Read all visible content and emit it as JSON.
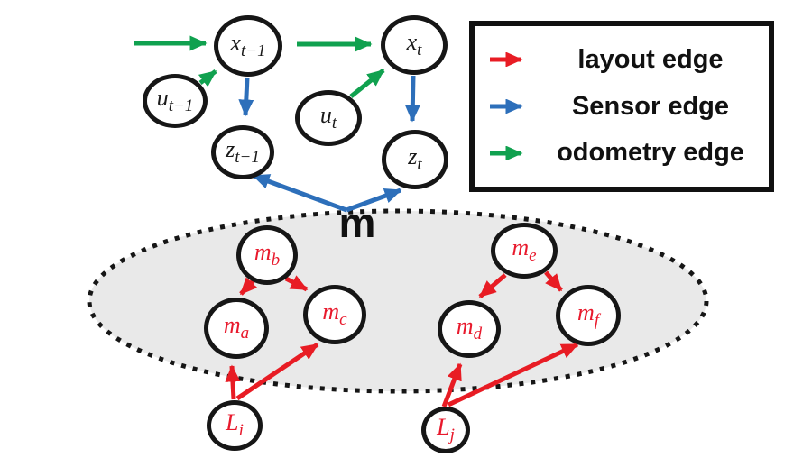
{
  "colors": {
    "layout_edge": "#e81c24",
    "sensor_edge": "#2d6fba",
    "odometry_edge": "#10a14f",
    "map_fill": "#e9e9e9",
    "node_border": "#161616",
    "red_label": "#e8192c"
  },
  "legend": {
    "items": [
      {
        "id": "layout",
        "label": "layout edge",
        "color": "#e81c24"
      },
      {
        "id": "sensor",
        "label": "Sensor edge",
        "color": "#2d6fba"
      },
      {
        "id": "odometry",
        "label": "odometry edge",
        "color": "#10a14f"
      }
    ]
  },
  "map": {
    "label": "m"
  },
  "nodes": {
    "xtm1": {
      "main": "x",
      "sub": "t−1"
    },
    "xt": {
      "main": "x",
      "sub": "t"
    },
    "utm1": {
      "main": "u",
      "sub": "t−1"
    },
    "ut": {
      "main": "u",
      "sub": "t"
    },
    "ztm1": {
      "main": "z",
      "sub": "t−1"
    },
    "zt": {
      "main": "z",
      "sub": "t"
    },
    "mb": {
      "main": "m",
      "sub": "b"
    },
    "me": {
      "main": "m",
      "sub": "e"
    },
    "ma": {
      "main": "m",
      "sub": "a"
    },
    "mc": {
      "main": "m",
      "sub": "c"
    },
    "md": {
      "main": "m",
      "sub": "d"
    },
    "mf": {
      "main": "m",
      "sub": "f"
    },
    "li": {
      "main": "L",
      "sub": "i"
    },
    "lj": {
      "main": "L",
      "sub": "j"
    }
  },
  "edges": [
    {
      "type": "odometry",
      "from": "",
      "to": "x_t-1"
    },
    {
      "type": "odometry",
      "from": "u_t-1",
      "to": "x_t-1"
    },
    {
      "type": "odometry",
      "from": "",
      "to": "x_t"
    },
    {
      "type": "odometry",
      "from": "u_t",
      "to": "x_t"
    },
    {
      "type": "sensor",
      "from": "x_t-1",
      "to": "z_t-1"
    },
    {
      "type": "sensor",
      "from": "x_t",
      "to": "z_t"
    },
    {
      "type": "sensor",
      "from": "m",
      "to": "z_t-1"
    },
    {
      "type": "sensor",
      "from": "m",
      "to": "z_t"
    },
    {
      "type": "layout",
      "from": "m_b",
      "to": "m_a"
    },
    {
      "type": "layout",
      "from": "m_b",
      "to": "m_c"
    },
    {
      "type": "layout",
      "from": "m_e",
      "to": "m_d"
    },
    {
      "type": "layout",
      "from": "m_e",
      "to": "m_f"
    },
    {
      "type": "layout",
      "from": "L_i",
      "to": "m_a"
    },
    {
      "type": "layout",
      "from": "L_i",
      "to": "m_c"
    },
    {
      "type": "layout",
      "from": "L_j",
      "to": "m_d"
    },
    {
      "type": "layout",
      "from": "L_j",
      "to": "m_f"
    }
  ]
}
